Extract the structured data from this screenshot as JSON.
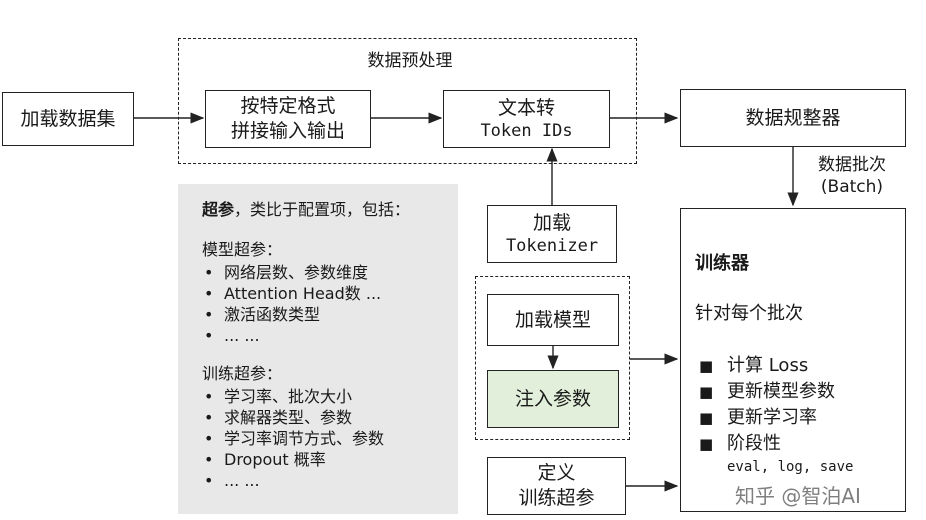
{
  "load_dataset": "加载数据集",
  "preprocess": {
    "title": "数据预处理",
    "concat_line1": "按特定格式",
    "concat_line2": "拼接输入输出",
    "to_tokens_line1": "文本转",
    "to_tokens_line2": "Token IDs"
  },
  "collator": "数据规整器",
  "batch_line1": "数据批次",
  "batch_line2": "(Batch)",
  "load_tokenizer_line1": "加载",
  "load_tokenizer_line2": "Tokenizer",
  "load_model": "加载模型",
  "inject_params": "注入参数",
  "define_hparams_line1": "定义",
  "define_hparams_line2": "训练超参",
  "hyperparams": {
    "intro_bold": "超参",
    "intro_rest": "，类比于配置项，包括：",
    "model_title": "模型超参：",
    "model_items": [
      "网络层数、参数维度",
      "Attention Head数 ...",
      "激活函数类型",
      "... ..."
    ],
    "train_title": "训练超参：",
    "train_items": [
      "学习率、批次大小",
      "求解器类型、参数",
      "学习率调节方式、参数",
      "Dropout 概率",
      "... ..."
    ]
  },
  "trainer": {
    "title": "训练器",
    "subtitle": "针对每个批次",
    "steps": [
      "计算 Loss",
      "更新模型参数",
      "更新学习率",
      "阶段性"
    ],
    "phases_detail": "eval, log, save"
  },
  "watermark": "知乎 @智泊AI",
  "colors": {
    "inject_fill": "#e2efda",
    "panel_fill": "#e8e8e8"
  }
}
